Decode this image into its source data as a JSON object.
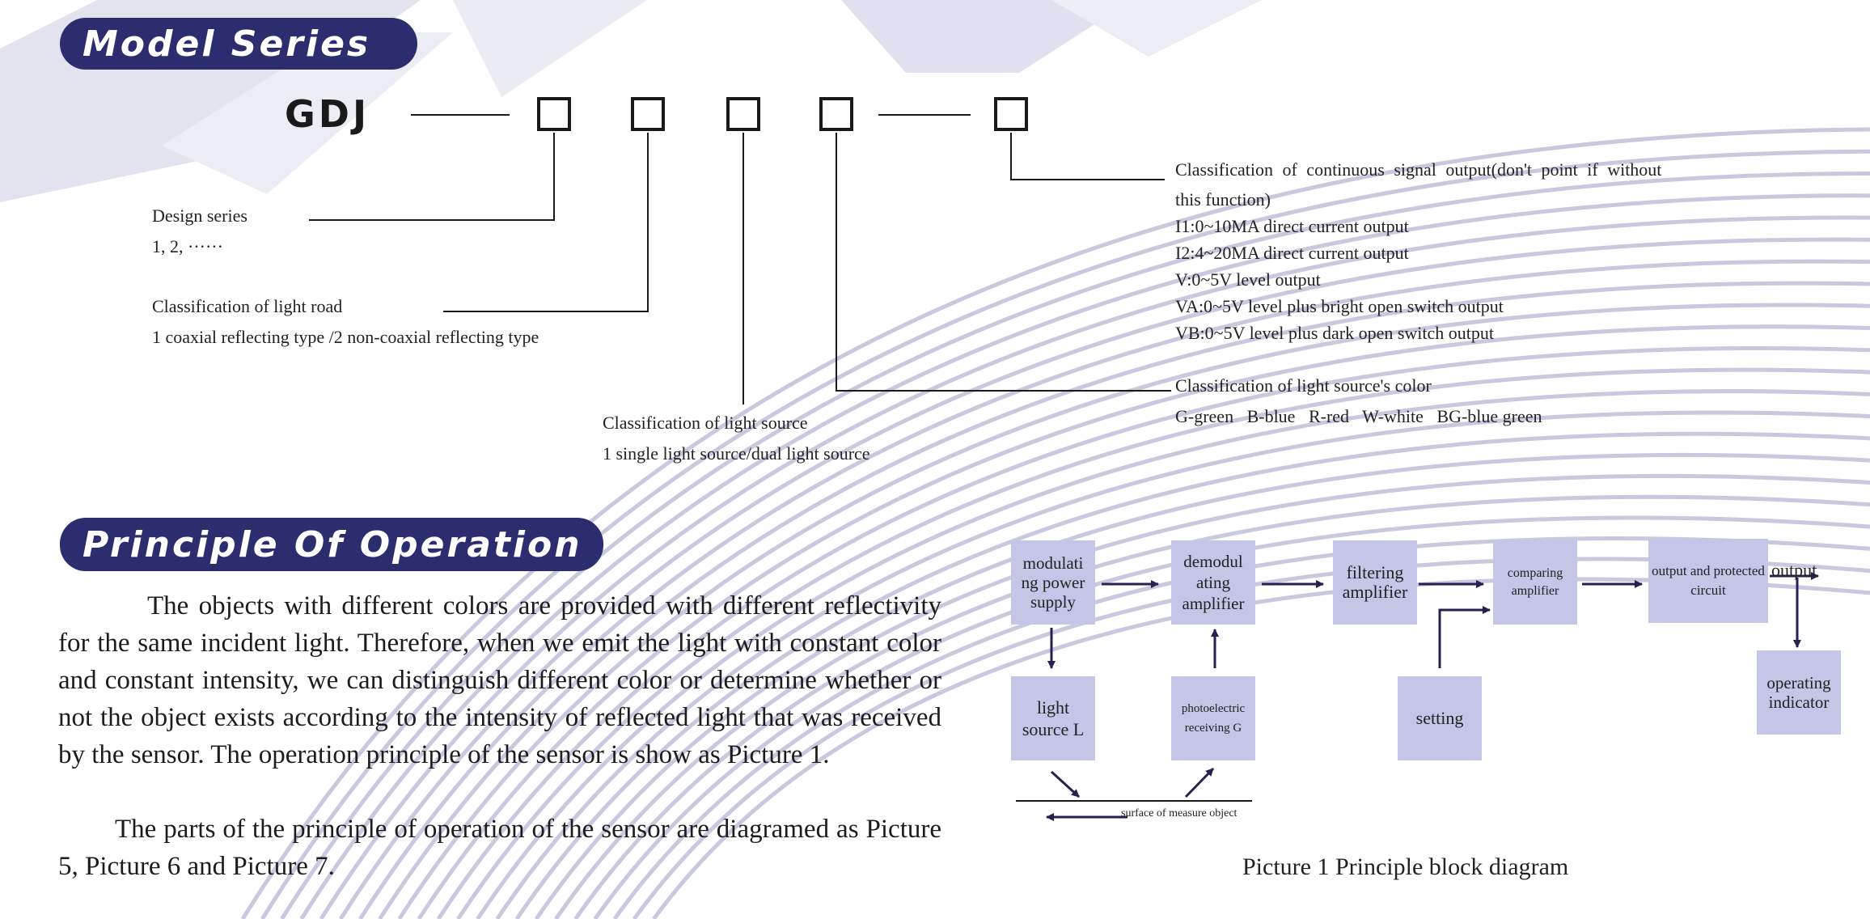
{
  "model_section": {
    "heading": "Model Series",
    "code": "GDJ",
    "design_series": {
      "title": "Design series",
      "value": "1, 2, ······"
    },
    "light_road": {
      "title": "Classification of light road",
      "value": "1 coaxial reflecting type /2 non-coaxial reflecting type"
    },
    "light_source": {
      "title": "Classification of light source",
      "value": "1 single light source/dual light source"
    },
    "source_color": {
      "title": "Classification of light source's color",
      "value": "G-green   B-blue   R-red   W-white   BG-blue green"
    },
    "signal_output": {
      "title_line1": "Classification of continuous signal output(don't point if without",
      "title_line2": "this function)",
      "options": [
        "I1:0~10MA direct current output",
        "I2:4~20MA direct current output",
        "V:0~5V level output",
        "VA:0~5V level plus bright open switch output",
        "VB:0~5V level plus dark open switch output"
      ]
    }
  },
  "principle_section": {
    "heading": "Principle Of Operation",
    "paragraph1": "The objects with different colors are provided with different reflectivity for the same incident light. Therefore, when we emit the light with constant color and constant intensity, we can distinguish different color or determine whether or not the object exists according to the intensity of reflected light that was received by the sensor. The operation principle of the sensor is show as Picture 1.",
    "paragraph2": "The parts of the principle of operation of the sensor are diagramed as Picture 5, Picture 6 and Picture 7."
  },
  "block_diagram": {
    "caption": "Picture 1 Principle block diagram",
    "blocks": {
      "modulating": "modulati ng power supply",
      "demodulating": "demodul ating amplifier",
      "filtering": "filtering amplifier",
      "comparing": "comparing amplifier",
      "output_protected": "output and protected circuit",
      "output_label": "output",
      "light_source": "light source L",
      "photoelectric": "photoelectric receiving G",
      "setting": "setting",
      "operating_indicator": "operating indicator"
    },
    "surface_label": "surface of measure object"
  },
  "colors": {
    "heading_bg": "#2b2d6e",
    "block_fill": "#c3c6e6",
    "background_lines": "#c8c9df",
    "arrow": "#2a1f4f"
  }
}
